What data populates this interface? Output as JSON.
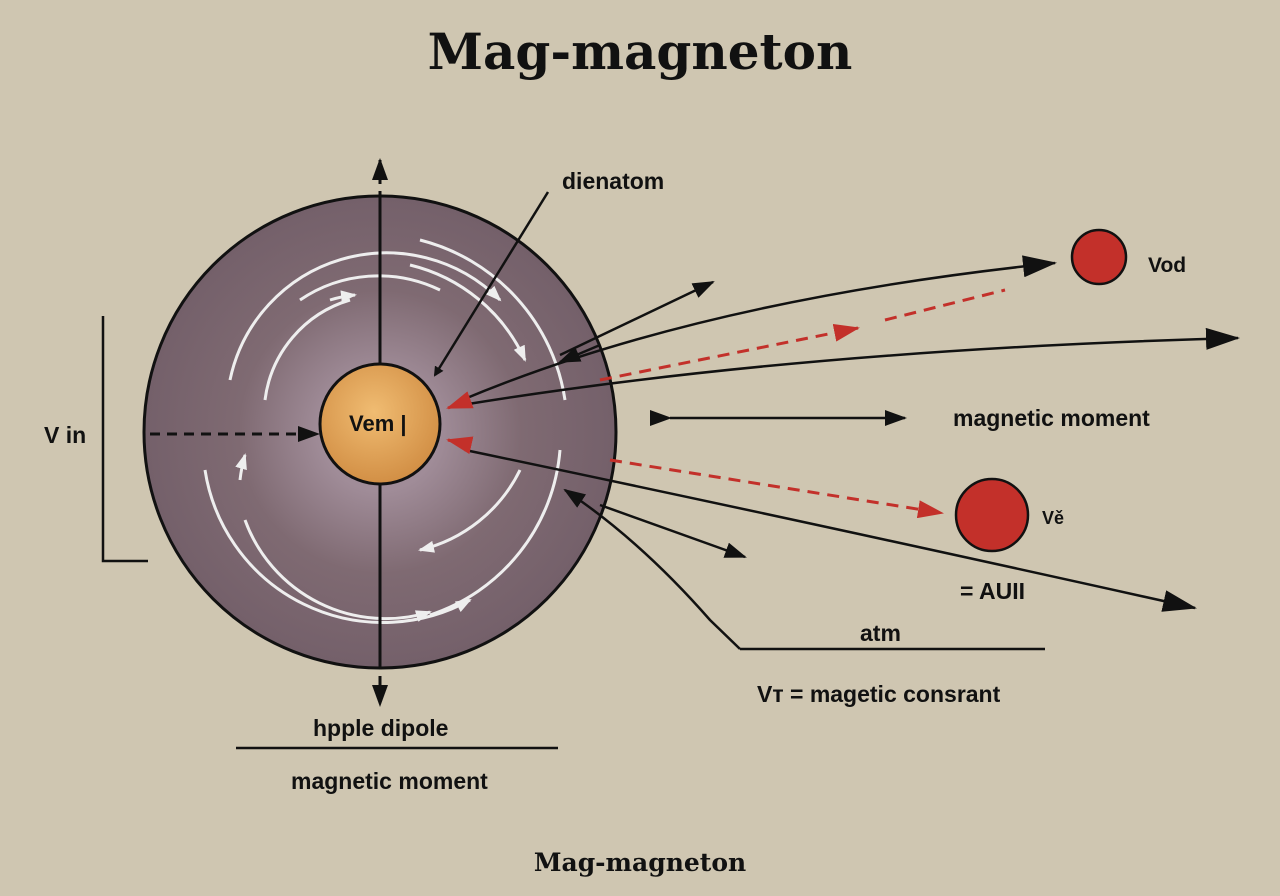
{
  "title": "Mag-magneton",
  "footer": "Mag-magneton",
  "labels": {
    "dienatom": "dienatom",
    "vod": "Vod",
    "magnetic_moment_right": "magnetic moment",
    "ve": "Vě",
    "auii": "= AUII",
    "atm": "atm",
    "constant": "Vт = magetic consrant",
    "vin": "V in",
    "nucleus": "Vem |",
    "dipole": "hpple dipole",
    "magnetic_moment_bottom": "magnetic moment"
  },
  "colors": {
    "background": "#cfc6b1",
    "atom": "#7b656d",
    "nucleus": "#d9a055",
    "particle": "#c3302a",
    "red_arrow": "#c3302a"
  }
}
